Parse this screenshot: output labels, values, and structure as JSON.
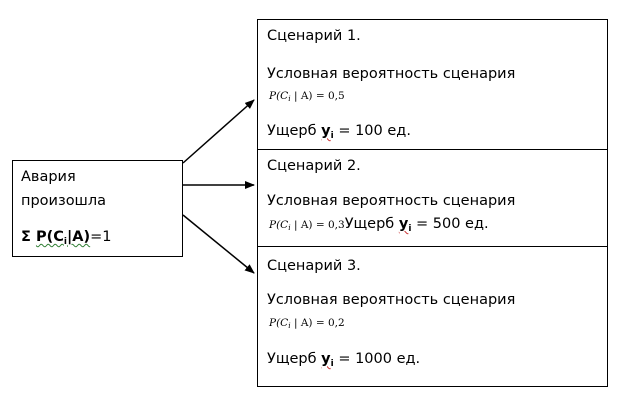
{
  "accident": {
    "line1": "Авария",
    "line2": "произошла",
    "sum_symbol": "Σ",
    "sum_P": "P(C",
    "sum_index": "i",
    "sum_rest": "|A)",
    "sum_eq": "=1"
  },
  "scenarios": [
    {
      "title": "Сценарий 1.",
      "prob_label": "Условная вероятность сценария",
      "prob_formula_pre": "P(C",
      "prob_formula_idx": "i",
      "prob_formula_post": " | A) = 0,5",
      "damage_label": "Ущерб",
      "damage_var": "y",
      "damage_idx": "i",
      "damage_value": "= 100 ед."
    },
    {
      "title": "Сценарий 2.",
      "prob_label": "Условная вероятность сценария",
      "prob_formula_pre": "P(C",
      "prob_formula_idx": "i",
      "prob_formula_post": " | A) = 0,3",
      "damage_label": "Ущерб",
      "damage_var": "y",
      "damage_idx": "i",
      "damage_value": "= 500 ед."
    },
    {
      "title": "Сценарий 3.",
      "prob_label": "Условная вероятность сценария",
      "prob_formula_pre": "P(C",
      "prob_formula_idx": "i",
      "prob_formula_post": " | A) = 0,2",
      "damage_label": "Ущерб",
      "damage_var": "y",
      "damage_idx": "i",
      "damage_value": "= 1000 ед."
    }
  ]
}
